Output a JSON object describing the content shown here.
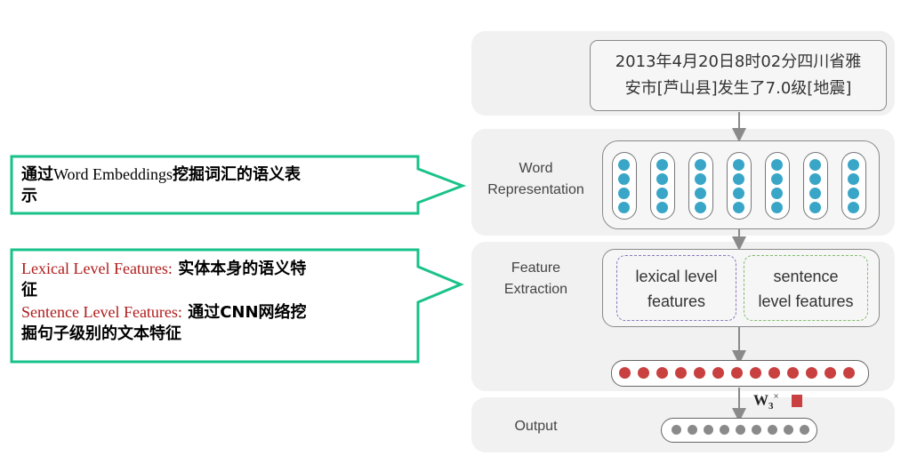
{
  "input_text": {
    "line1": "2013年4月20日8时02分四川省雅",
    "line2": "安市[芦山县]发生了7.0级[地震]"
  },
  "stages": {
    "word_representation": {
      "line1": "Word",
      "line2": "Representation"
    },
    "feature_extraction": {
      "line1": "Feature",
      "line2": "Extraction"
    },
    "output": {
      "label": "Output"
    }
  },
  "features": {
    "lexical": {
      "line1": "lexical level",
      "line2": "features"
    },
    "sentence": {
      "line1": "sentence",
      "line2": "level features"
    }
  },
  "weight": {
    "symbol": "W",
    "subscript": "3",
    "times": "×"
  },
  "callout_top": {
    "prefix": "通过",
    "term": "Word Embeddings",
    "line1_rest": "挖掘词汇的语义表",
    "line2": "示"
  },
  "callout_bottom": {
    "lexical_term": "Lexical Level Features:",
    "lexical_desc_line1": " 实体本身的语义特",
    "lexical_desc_line2": "征",
    "sentence_term": "Sentence Level Features:",
    "sentence_desc_line1": " 通过CNN网络挖",
    "sentence_desc_line2": "掘句子级别的文本特征"
  },
  "colors": {
    "callout_border": "#19c28a",
    "embedding_dot": "#39a6c8",
    "feature_dot": "#c94040",
    "output_dot": "#8a8a8a",
    "term_red": "#b01b1b"
  }
}
